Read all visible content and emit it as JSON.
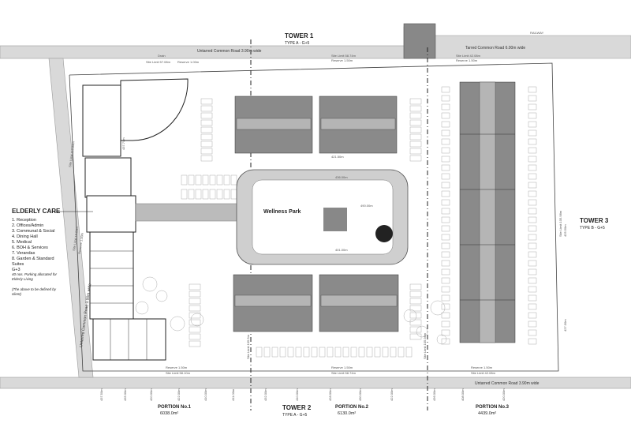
{
  "towers": {
    "tower1": {
      "name": "TOWER 1",
      "type": "TYPE A - G+5"
    },
    "tower2": {
      "name": "TOWER 2",
      "type": "TYPE A - G+5"
    },
    "tower3": {
      "name": "TOWER 3",
      "type": "TYPE B - G+5"
    }
  },
  "roads": {
    "top_left": "Untarred Common Road 3.90m wide",
    "top_right": "Tarred Common Road 6.00m wide",
    "bottom": "Untarred Common Road 3.90m wide",
    "left_vertical": "Untarred Common Road 3.90m wide"
  },
  "limits": {
    "drain": "Drain",
    "top_site_limit_left": "Site Limit 57.08m",
    "top_reserve_left": "Reserve 1.00m",
    "top_site_limit_mid": "Site Limit 58.74m",
    "top_reserve_mid": "Reserve 1.50m",
    "top_site_limit_right": "Site Limit 42.08m",
    "top_reserve_right": "Reserve 1.50m",
    "bottom_reserve_left": "Reserve 1.50m",
    "bottom_site_limit_left": "Site Limit 58.10m",
    "bottom_reserve_mid": "Reserve 1.50m",
    "bottom_site_limit_mid": "Site Limit 58.74m",
    "bottom_reserve_right": "Reserve 1.50m",
    "bottom_site_limit_right": "Site Limit 42.08m",
    "right_site_limit": "Site Limit 105.98m",
    "left_site_limit": "Site Limit 110.00m",
    "left_site_limit_2": "Site Limit 10.50m",
    "left_reserve": "Reserve 1.00m",
    "mid_site_limit_1": "Site Limit 105.5m",
    "mid_site_limit_2": "Site Limit 105.98m"
  },
  "elderly_care": {
    "title": "ELDERLY CARE",
    "items": [
      "1.  Reception",
      "2.  Offices/Admin",
      "3.  Communal & Social",
      "4.  Dining Hall",
      "5.  Medical",
      "6.  BOH & Services",
      "7.  Verandas",
      "8.  Garden & Standard",
      "     Suites",
      "     G+3"
    ],
    "note1": [
      "40 nos. Parking allocated for",
      "Elderly Living"
    ],
    "note2": [
      "(The above to be defined by",
      "client)"
    ]
  },
  "park": {
    "label": "Wellness Park"
  },
  "portions": [
    {
      "name": "PORTION No.1",
      "area": "6038.0m²"
    },
    {
      "name": "PORTION No.2",
      "area": "6130.0m²"
    },
    {
      "name": "PORTION No.3",
      "area": "4439.0m²"
    }
  ],
  "dims": {
    "park_top": "436.00m",
    "park_bottom": "401.00m",
    "park_right": "490.00m",
    "tower1_dim": "421.50m",
    "tower3_dim": "425.50m",
    "right_dim": "427.00m",
    "elderly_dim": "437.70m",
    "bottom_ticks": [
      "437.50m",
      "435.00m",
      "420.00m",
      "422.00m",
      "410.00m",
      "411.00m",
      "432.00m",
      "410.00m",
      "428.00m",
      "430.00m",
      "422.00m",
      "436.00m",
      "408.00m",
      "420.00m"
    ]
  },
  "street_label": "RAILWAY"
}
